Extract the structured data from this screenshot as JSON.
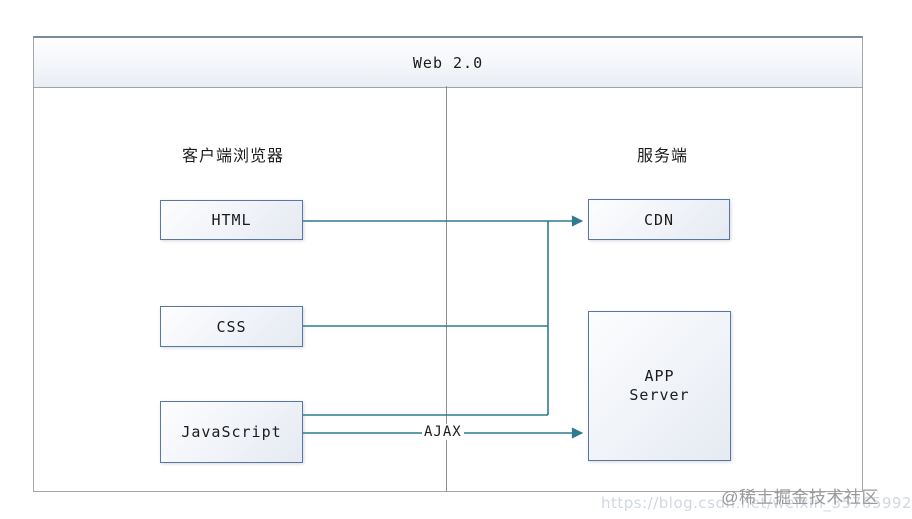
{
  "title": "Web 2.0",
  "lanes": {
    "client": "客户端浏览器",
    "server": "服务端"
  },
  "nodes": {
    "html": "HTML",
    "css": "CSS",
    "javascript": "JavaScript",
    "cdn": "CDN",
    "app_server_line1": "APP",
    "app_server_line2": "Server"
  },
  "edges": {
    "ajax_label": "AJAX"
  },
  "watermark": {
    "main": "@稀土掘金技术社区",
    "faint": "https://blog.csdn.net/weixin_35765992"
  },
  "colors": {
    "connector": "#2d7a91",
    "node_border": "#5878a2",
    "frame_border": "#a6a6a6",
    "band_border": "#98a4b6",
    "divider": "#8f8f8f",
    "watermark_main": "#9a9a9a"
  }
}
